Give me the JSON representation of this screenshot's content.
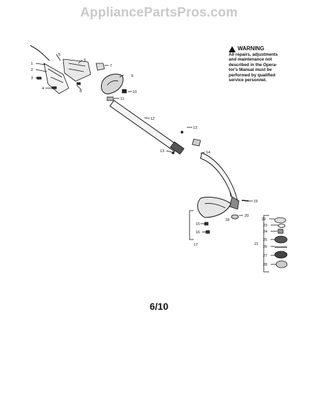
{
  "watermark": "AppliancePartsPros.com",
  "warning": {
    "title": "WARNING",
    "lines": [
      "All repairs, adjustments",
      "and maintenance not",
      "described in the Opera-",
      "tor's Manual must be",
      "performed by qualified",
      "service personnel."
    ]
  },
  "page_number": "6/10",
  "part_labels": {
    "p1": "1",
    "p2": "2",
    "p3": "3",
    "p4": "4",
    "p5": "5",
    "p6": "6",
    "p7": "7",
    "p8": "8",
    "p9": "9",
    "p10": "10",
    "p11": "11",
    "p12": "12",
    "p13a": "13",
    "p13b": "13",
    "p14": "14",
    "p15": "15",
    "p16": "16",
    "p17": "17",
    "p18": "18",
    "p19": "19",
    "p20": "20",
    "p21": "21",
    "p22": "22",
    "p23": "23",
    "p24": "24",
    "p25": "25",
    "p26": "26",
    "p27": "27",
    "p28": "28"
  }
}
